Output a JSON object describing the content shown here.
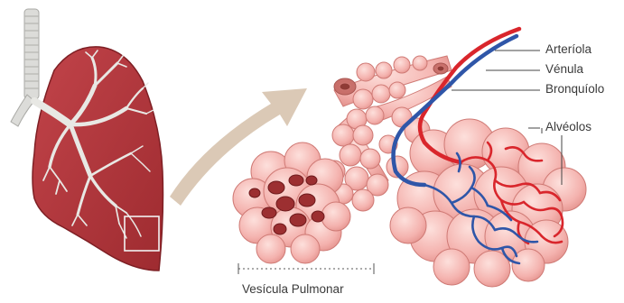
{
  "labels": {
    "arteriola": "Arteríola",
    "venula": "Vénula",
    "bronquiolo": "Bronquíolo",
    "alveolos": "Alvéolos",
    "vesicula": "Vesícula Pulmonar"
  },
  "colors": {
    "lung": "#b0363a",
    "lung_edge": "#7e1f24",
    "trachea": "#d9d9d6",
    "alveolus": "#f4b2ae",
    "alveolus_edge": "#cf7a75",
    "artery": "#d9262c",
    "vein": "#2f56a8",
    "arrow": "#d9c6b2",
    "leader": "#444444"
  },
  "icons": {
    "lung": "lung-illustration",
    "arrow": "zoom-arrow"
  }
}
